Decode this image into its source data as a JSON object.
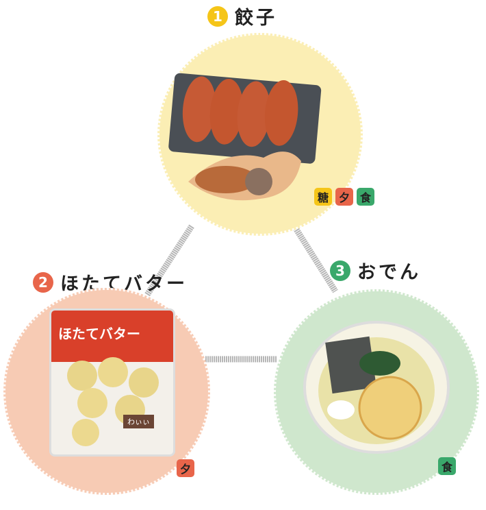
{
  "items": [
    {
      "number": "1",
      "name": "餃子",
      "badges": [
        {
          "label": "糖",
          "color": "#f5c518"
        },
        {
          "label": "夕",
          "color": "#e8654a"
        },
        {
          "label": "食",
          "color": "#3aa86b"
        }
      ],
      "number_color": "#f5c518",
      "circle_color": "#fbeeb4"
    },
    {
      "number": "2",
      "name": "ほたてバター",
      "package_label": "ほたてバター",
      "package_sublabel": "わぃぃ",
      "badges": [
        {
          "label": "夕",
          "color": "#e8654a"
        }
      ],
      "number_color": "#e8654a",
      "circle_color": "#f7cbb4"
    },
    {
      "number": "3",
      "name": "おでん",
      "badges": [
        {
          "label": "食",
          "color": "#3aa86b"
        }
      ],
      "number_color": "#3aa86b",
      "circle_color": "#cfe7cd"
    }
  ]
}
